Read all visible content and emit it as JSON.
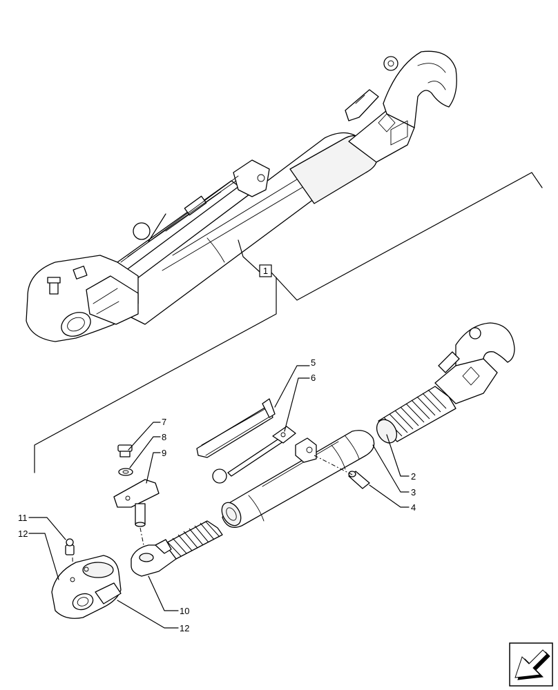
{
  "callouts": {
    "c1": "1",
    "c2": "2",
    "c3": "3",
    "c4": "4",
    "c5": "5",
    "c6": "6",
    "c7": "7",
    "c8": "8",
    "c9": "9",
    "c10": "10",
    "c11": "11",
    "c12a": "12",
    "c12b": "12"
  },
  "nav_icon": "arrow-left-icon"
}
